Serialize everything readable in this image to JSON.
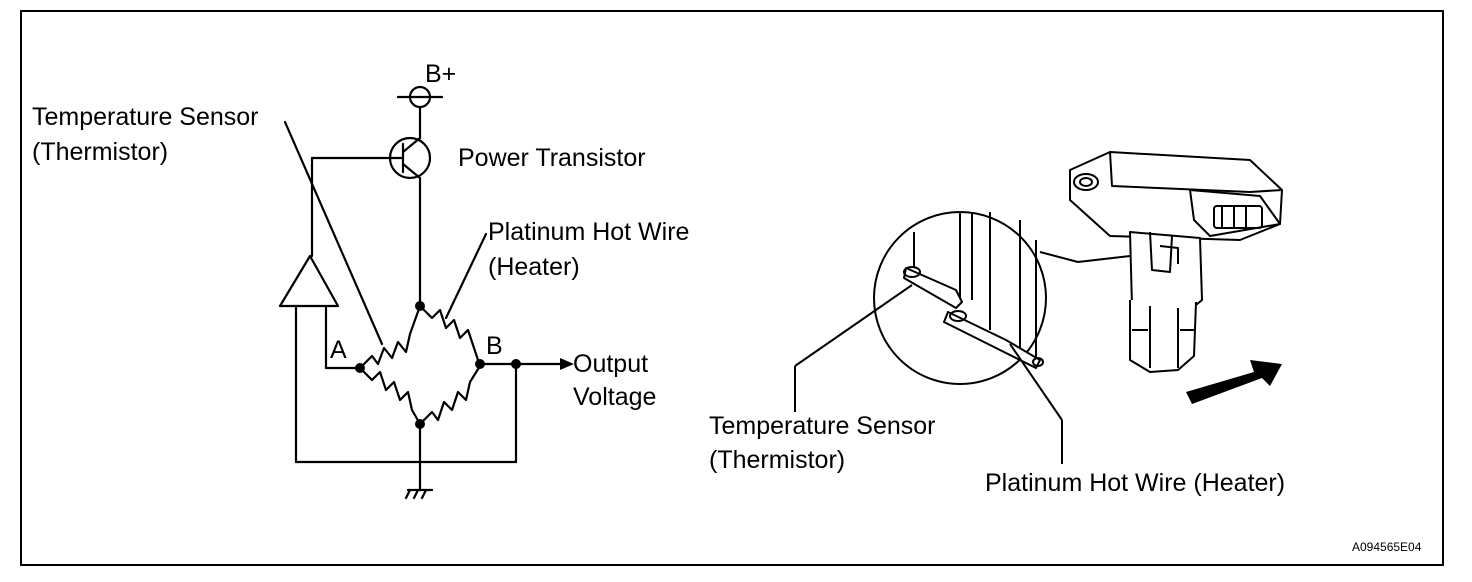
{
  "circuit": {
    "supply_label": "B+",
    "transistor_label": "Power Transistor",
    "temp_sensor_line1": "Temperature Sensor",
    "temp_sensor_line2": "(Thermistor)",
    "hot_wire_line1": "Platinum Hot Wire",
    "hot_wire_line2": "(Heater)",
    "node_a": "A",
    "node_b": "B",
    "output_line1": "Output",
    "output_line2": "Voltage"
  },
  "sensor_view": {
    "temp_sensor_line1": "Temperature Sensor",
    "temp_sensor_line2": "(Thermistor)",
    "hot_wire_label": "Platinum Hot Wire (Heater)"
  },
  "figure_code": "A094565E04"
}
